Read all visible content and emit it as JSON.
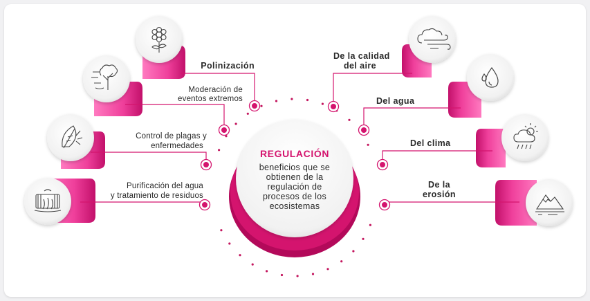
{
  "center": {
    "title": "REGULACIÓN",
    "lines": [
      "beneficios que se",
      "obtienen de la",
      "regulación de",
      "procesos de los",
      "ecosistemas"
    ]
  },
  "left": [
    {
      "label_lines": [
        "Polinización"
      ],
      "icon": "flower-icon",
      "bold": true
    },
    {
      "label_lines": [
        "Moderación de",
        "eventos extremos"
      ],
      "icon": "tree-wind-icon"
    },
    {
      "label_lines": [
        "Control de plagas y",
        "enfermedades"
      ],
      "icon": "leaf-bug-icon"
    },
    {
      "label_lines": [
        "Purificación del agua",
        "y tratamiento de residuos"
      ],
      "icon": "water-treatment-icon"
    }
  ],
  "right": [
    {
      "label_lines": [
        "De la calidad",
        "del aire"
      ],
      "icon": "cloud-wind-icon",
      "bold": true
    },
    {
      "label_lines": [
        "Del agua"
      ],
      "icon": "water-drop-icon",
      "bold": true
    },
    {
      "label_lines": [
        "Del clima"
      ],
      "icon": "weather-icon",
      "bold": true
    },
    {
      "label_lines": [
        "De la",
        "erosión"
      ],
      "icon": "mountain-icon",
      "bold": true
    }
  ],
  "colors": {
    "accent": "#d4146e",
    "tube": "#ef3f9b",
    "tube_dark": "#b80b60",
    "circle": "#f4f4f4"
  }
}
